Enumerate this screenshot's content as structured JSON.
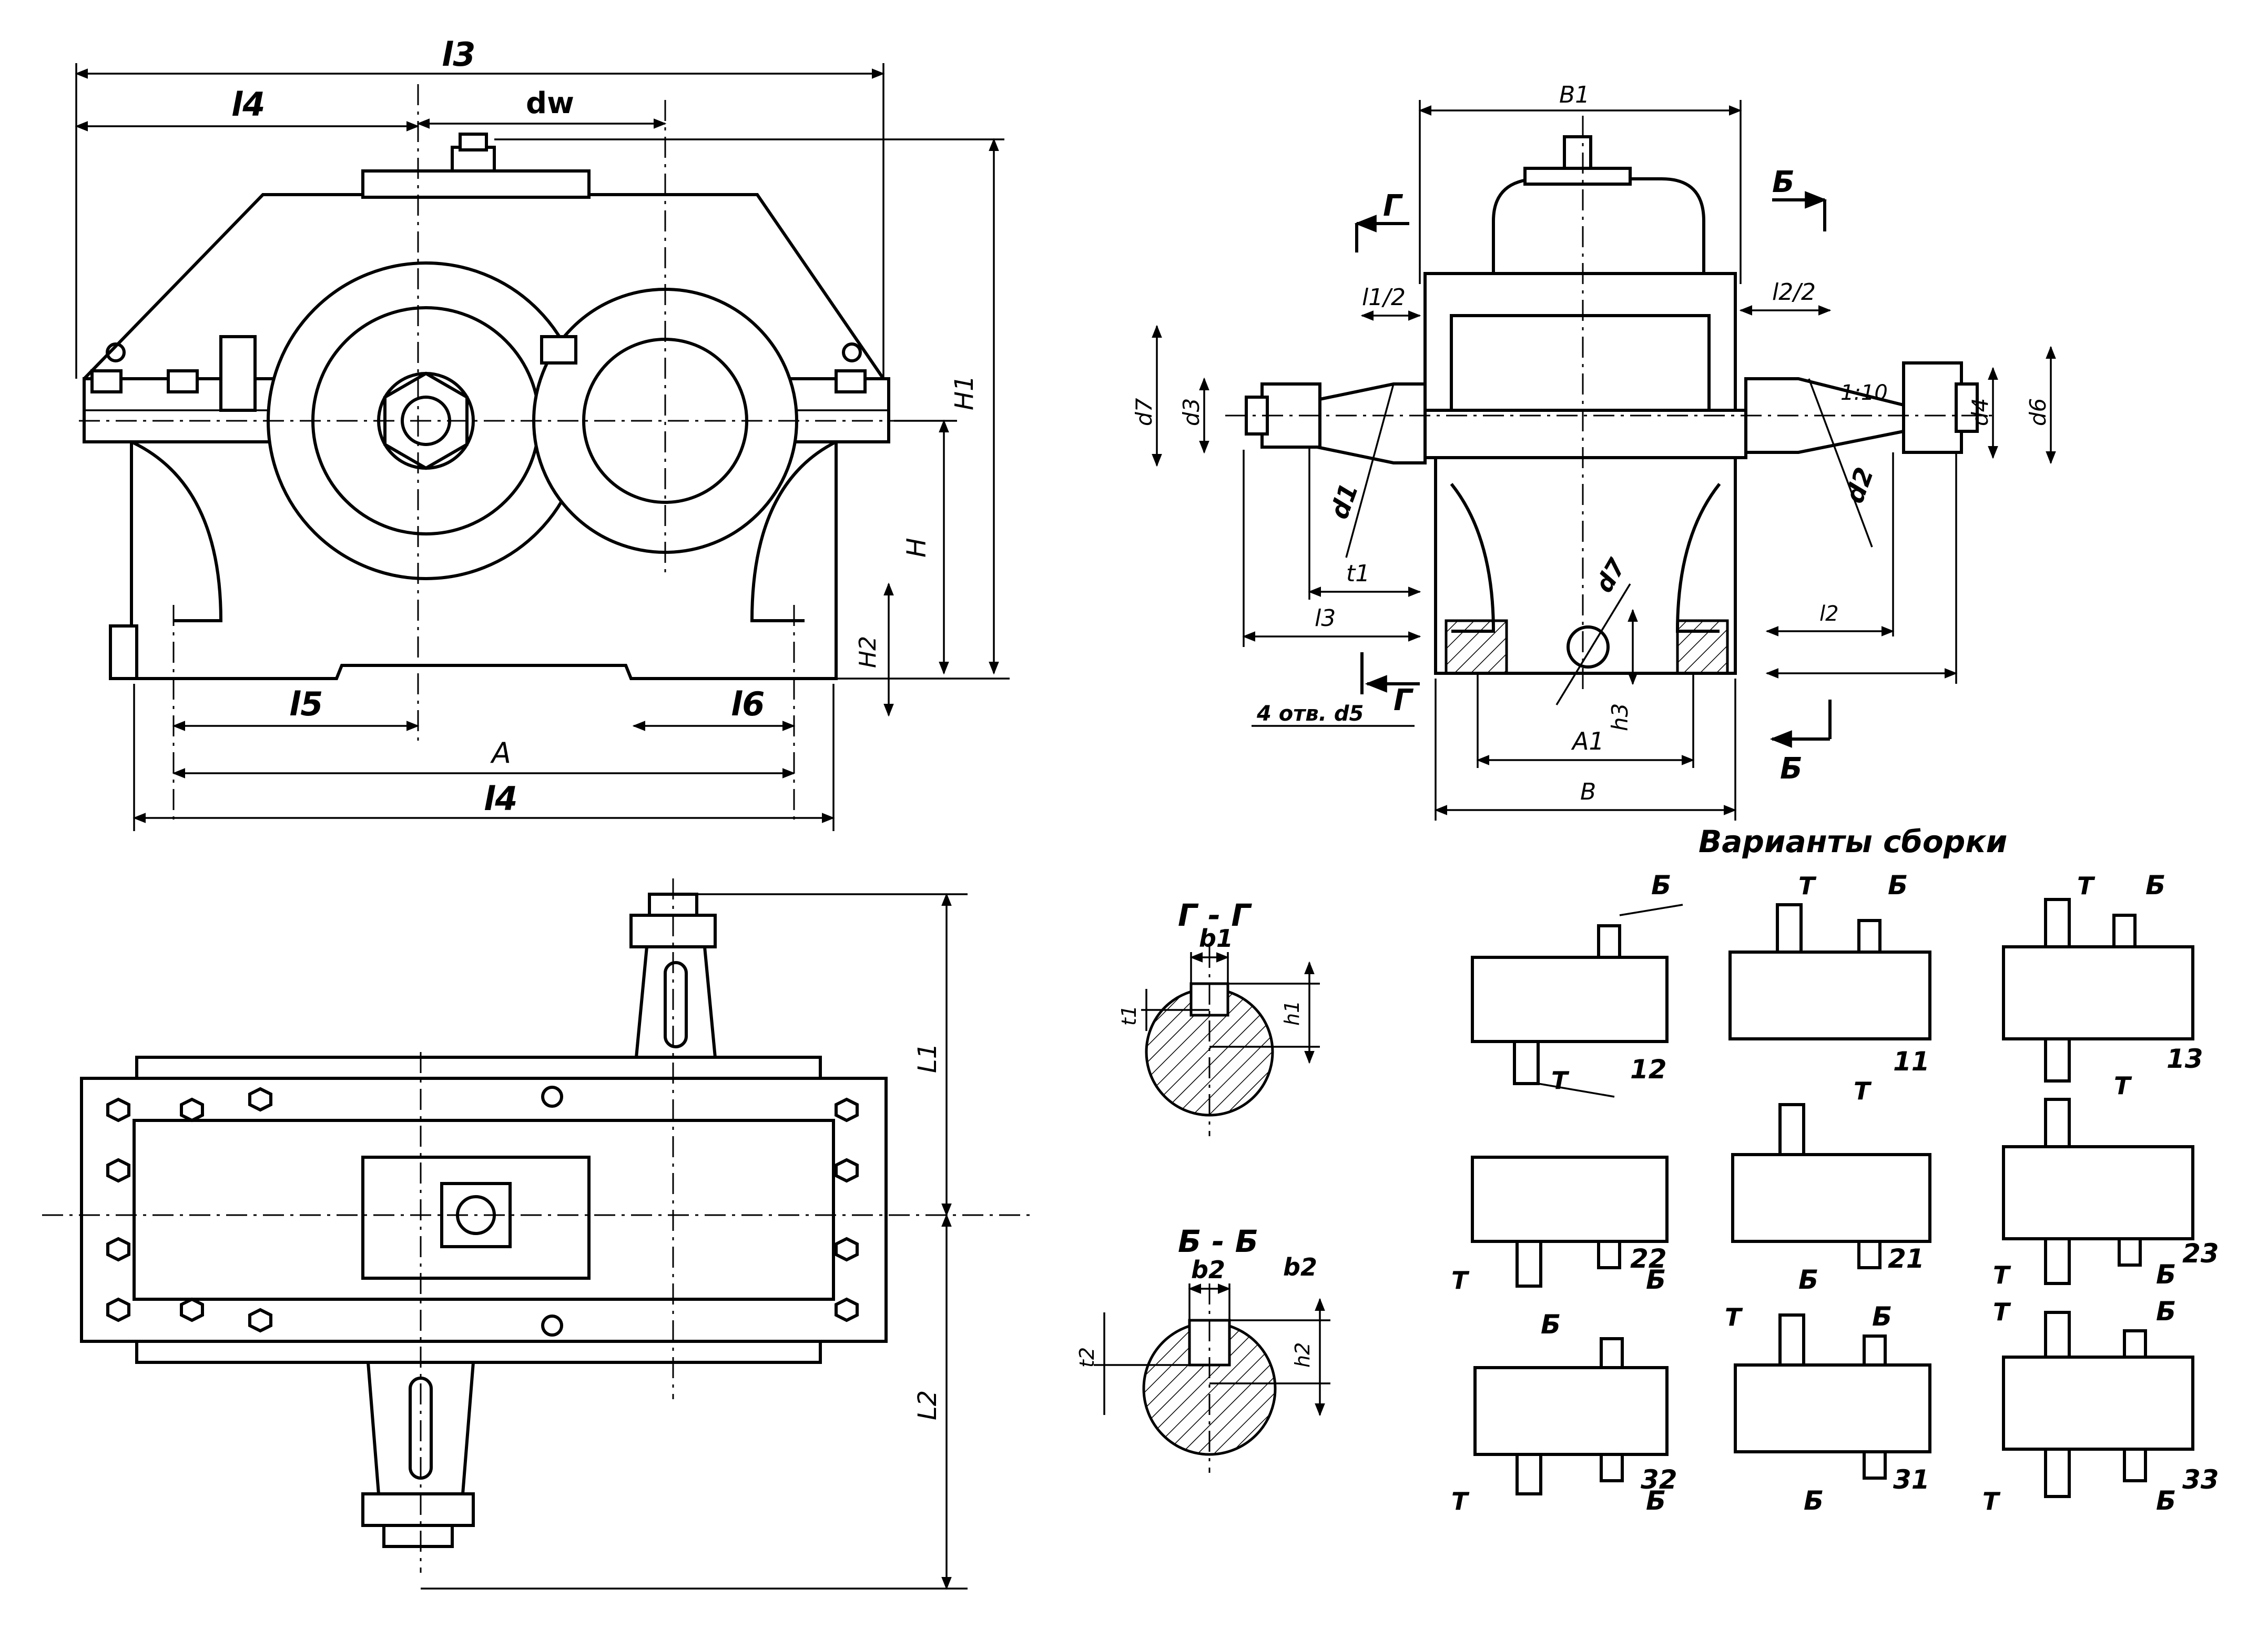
{
  "labels": {
    "l3": "l3",
    "l4_top": "l4",
    "dw": "dw",
    "H1": "H1",
    "H": "H",
    "H2": "H2",
    "l5": "l5",
    "l6": "l6",
    "A": "A",
    "l4_bottom": "l4",
    "B1": "B1",
    "B_section_mark": "Б",
    "G_section_mark": "Г",
    "l1_half": "l1/2",
    "l2_half": "l2/2",
    "taper": "1:10",
    "d7": "d7",
    "d3": "d3",
    "d1_left": "d1",
    "d4": "d4",
    "d6": "d6",
    "d2": "d2",
    "t1_left": "t1",
    "l3_left": "l3",
    "l2_right": "l2",
    "d_drain": "d7",
    "holes": "4 отв. d5",
    "h3": "h3",
    "A1": "A1",
    "B": "B",
    "L1": "L1",
    "L2": "L2"
  },
  "sections": {
    "gg": {
      "title": "Г - Г",
      "b1": "b1",
      "t1": "t1",
      "h1": "h1"
    },
    "bb": {
      "title": "Б - Б",
      "b2": "b2",
      "b2_side": "b2",
      "t2": "t2",
      "h2": "h2"
    }
  },
  "assembly": {
    "title": "Варианты сборки",
    "variants": [
      {
        "code": "12",
        "top": "Б",
        "bottom": "Т"
      },
      {
        "code": "11",
        "top_left": "Т",
        "top_right": "Б"
      },
      {
        "code": "13",
        "top_left": "Т",
        "top_right": "Б"
      },
      {
        "code": "22",
        "bottom_left": "Т",
        "bottom_right": "Б"
      },
      {
        "code": "21",
        "top": "Т",
        "bottom": "Б"
      },
      {
        "code": "23",
        "top": "Т",
        "bottom_left": "Т",
        "bottom_right": "Б"
      },
      {
        "code": "32",
        "top": "Б",
        "bottom_left": "Т",
        "bottom_right": "Б"
      },
      {
        "code": "31",
        "top_left": "Т",
        "top_right": "Б",
        "bottom": "Б"
      },
      {
        "code": "33",
        "top_left": "Т",
        "top_right": "Б",
        "bottom_left": "Т",
        "bottom_right": "Б"
      }
    ]
  }
}
